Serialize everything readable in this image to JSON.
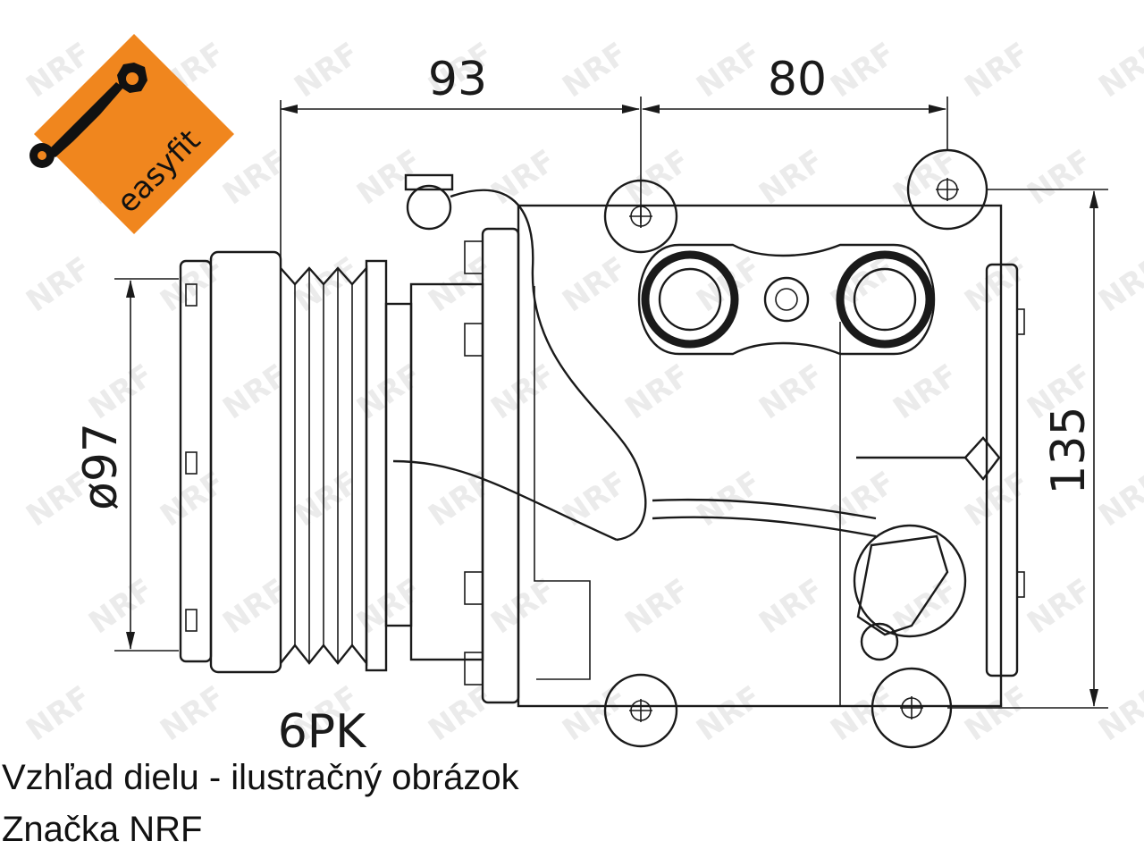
{
  "drawing": {
    "badge_text": "easyfit",
    "watermark_text": "NRF",
    "dim_width_left": "93",
    "dim_width_right": "80",
    "dim_diameter": "ø97",
    "dim_height": "135",
    "belt_label": "6PK"
  },
  "captions": {
    "line1": "Vzhľad dielu - ilustračný obrázok",
    "line2": "Značka NRF"
  },
  "colors": {
    "badge": "#f0861e",
    "line": "#1a1a1a"
  }
}
